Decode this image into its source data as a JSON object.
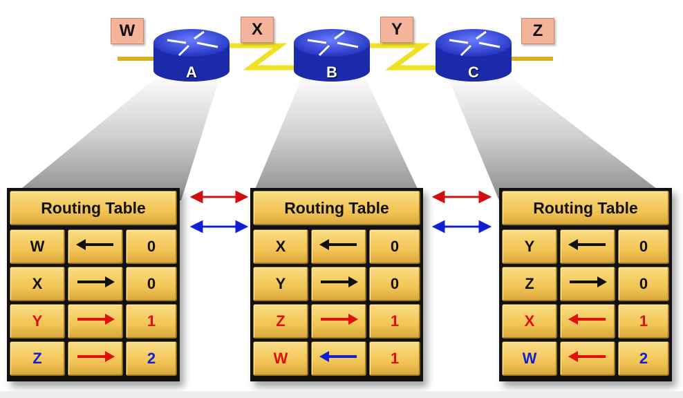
{
  "networks": [
    "W",
    "X",
    "Y",
    "Z"
  ],
  "routers": [
    "A",
    "B",
    "C"
  ],
  "colors": {
    "black": "#111111",
    "red": "#e01010",
    "blue": "#1020d0",
    "router": "#2a3fd0",
    "link": "#f0e020"
  },
  "tables": [
    {
      "router": "A",
      "title": "Routing Table",
      "rows": [
        {
          "dest": "W",
          "dir": "left",
          "hops": "0",
          "text": "black",
          "arrow": "black"
        },
        {
          "dest": "X",
          "dir": "right",
          "hops": "0",
          "text": "black",
          "arrow": "black"
        },
        {
          "dest": "Y",
          "dir": "right",
          "hops": "1",
          "text": "red",
          "arrow": "red"
        },
        {
          "dest": "Z",
          "dir": "right",
          "hops": "2",
          "text": "blue",
          "arrow": "red"
        }
      ]
    },
    {
      "router": "B",
      "title": "Routing Table",
      "rows": [
        {
          "dest": "X",
          "dir": "left",
          "hops": "0",
          "text": "black",
          "arrow": "black"
        },
        {
          "dest": "Y",
          "dir": "right",
          "hops": "0",
          "text": "black",
          "arrow": "black"
        },
        {
          "dest": "Z",
          "dir": "right",
          "hops": "1",
          "text": "red",
          "arrow": "red"
        },
        {
          "dest": "W",
          "dir": "left",
          "hops": "1",
          "text": "red",
          "arrow": "blue"
        }
      ]
    },
    {
      "router": "C",
      "title": "Routing Table",
      "rows": [
        {
          "dest": "Y",
          "dir": "left",
          "hops": "0",
          "text": "black",
          "arrow": "black"
        },
        {
          "dest": "Z",
          "dir": "right",
          "hops": "0",
          "text": "black",
          "arrow": "black"
        },
        {
          "dest": "X",
          "dir": "left",
          "hops": "1",
          "text": "red",
          "arrow": "red"
        },
        {
          "dest": "W",
          "dir": "left",
          "hops": "2",
          "text": "blue",
          "arrow": "red"
        }
      ]
    }
  ]
}
